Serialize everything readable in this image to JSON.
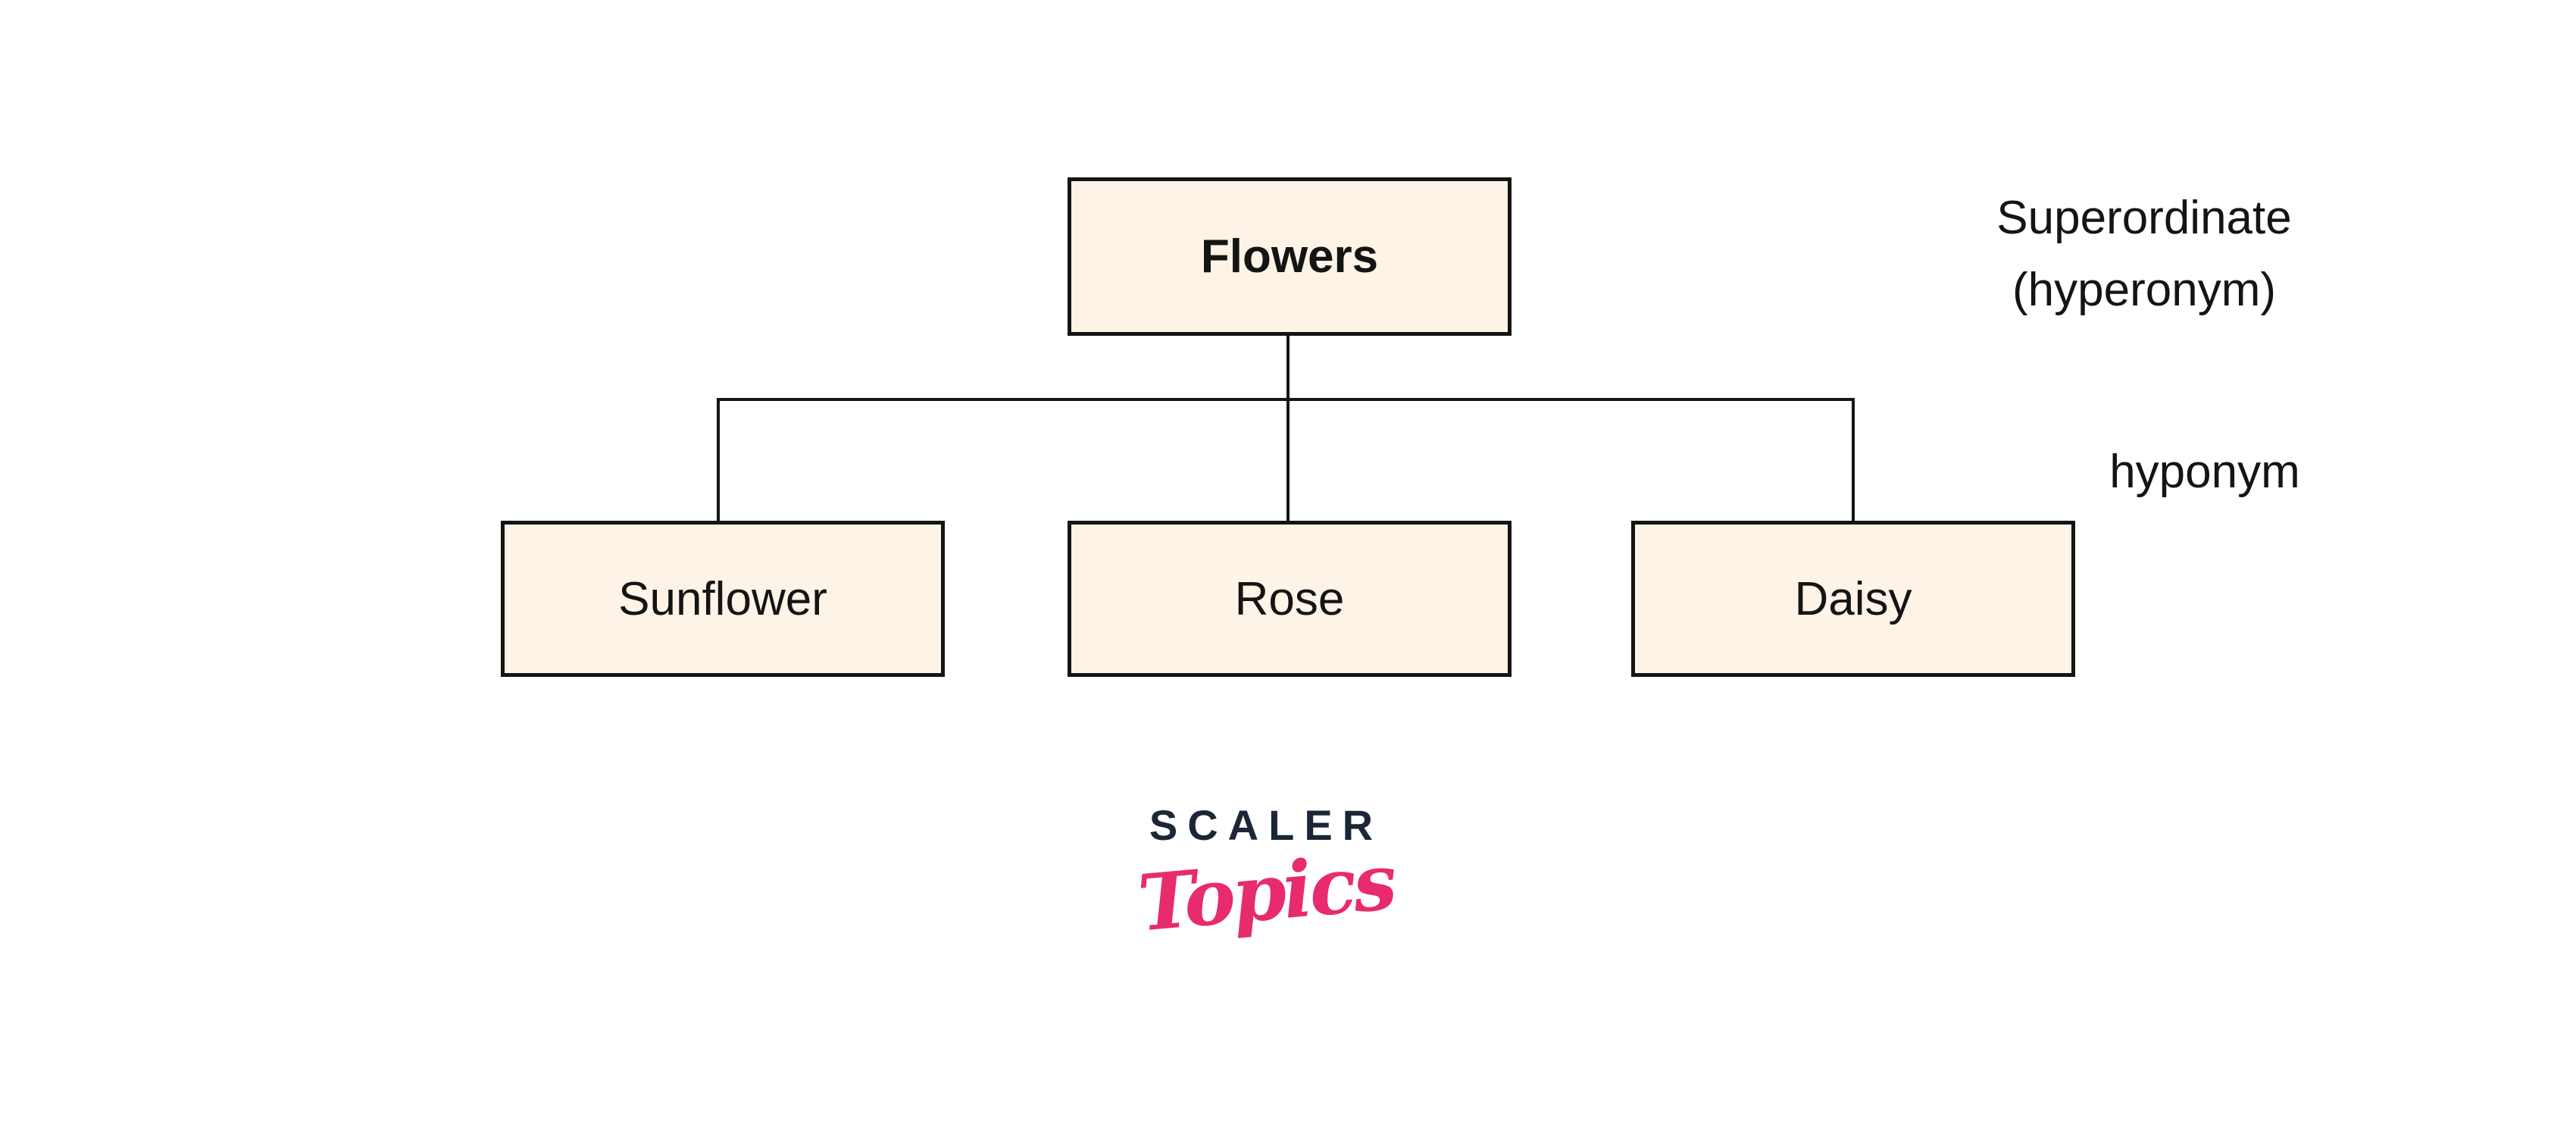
{
  "diagram": {
    "root": {
      "label": "Flowers"
    },
    "children": [
      {
        "label": "Sunflower"
      },
      {
        "label": "Rose"
      },
      {
        "label": "Daisy"
      }
    ],
    "annotations": {
      "superordinate_line1": "Superordinate",
      "superordinate_line2": "(hyperonym)",
      "hyponym_label": "hyponym"
    },
    "colors": {
      "node_fill": "#fdf3e6",
      "node_border": "#141414",
      "connector": "#141414",
      "text": "#141414"
    }
  },
  "logo": {
    "brand": "SCALER",
    "product": "Topics",
    "brand_color": "#1b2737",
    "product_color": "#e82a6e"
  },
  "page": {
    "background": "#ffffff"
  }
}
